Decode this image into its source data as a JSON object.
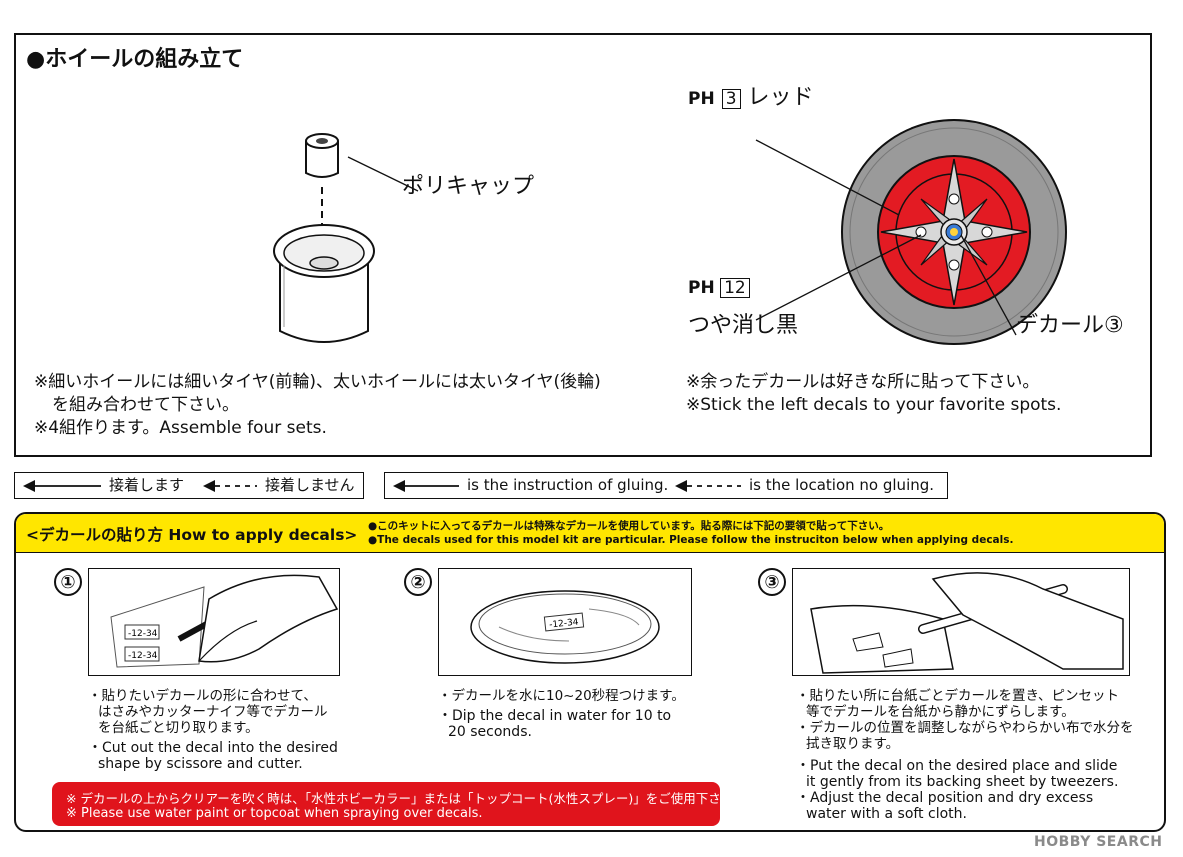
{
  "wheel_section": {
    "title": "●ホイールの組み立て",
    "polycap_label": "ポリキャップ",
    "ph_prefix": "PH",
    "paint1_num": "3",
    "paint1_name": "レッド",
    "paint2_num": "12",
    "paint2_name": "つや消し黒",
    "decal_label": "デカール③",
    "note_left_1": "※細いホイールには細いタイヤ(前輪)、太いホイールには太いタイヤ(後輪)",
    "note_left_2": "を組み合わせて下さい。",
    "note_left_3": "※4組作ります。Assemble four sets.",
    "note_right_1": "※余ったデカールは好きな所に貼って下さい。",
    "note_right_2": "※Stick the left decals to your favorite spots."
  },
  "legend": {
    "jp_glue": "接着します",
    "jp_noglue": "接着しません",
    "en_glue": "is the instruction of gluing.",
    "en_noglue": "is the location no gluing."
  },
  "decal_section": {
    "header_title": "<デカールの貼り方 How to apply decals>",
    "header_note_jp": "●このキットに入ってるデカールは特殊なデカールを使用しています。貼る際には下記の要領で貼って下さい。",
    "header_note_en": "●The decals used for this model kit are particular. Please follow the instruciton below when applying decals.",
    "decal_text": "-12-34",
    "steps": [
      {
        "num": "①",
        "jp": [
          "・貼りたいデカールの形に合わせて、",
          "はさみやカッターナイフ等でデカール",
          "を台紙ごと切り取ります。"
        ],
        "en": [
          "・Cut out the decal into the desired",
          "shape by scissore and cutter."
        ]
      },
      {
        "num": "②",
        "jp": [
          "・デカールを水に10~20秒程つけます。"
        ],
        "en": [
          "・Dip the decal in water for 10 to",
          "20 seconds."
        ]
      },
      {
        "num": "③",
        "jp": [
          "・貼りたい所に台紙ごとデカールを置き、ピンセット",
          "等でデカールを台紙から静かにずらします。",
          "・デカールの位置を調整しながらやわらかい布で水分を",
          "拭き取ります。"
        ],
        "en": [
          "・Put the decal on the desired place and slide",
          "it gently from its backing sheet by tweezers.",
          "・Adjust the decal position and dry excess",
          "water with a soft cloth."
        ]
      }
    ],
    "warning_jp": "※ デカールの上からクリアーを吹く時は、「水性ホビーカラー」または「トップコート(水性スプレー)」をご使用下さい。",
    "warning_en": "※ Please use water paint or topcoat when spraying over decals."
  },
  "watermark": "HOBBY SEARCH",
  "colors": {
    "wheel_red": "#e31b23",
    "header_yellow": "#ffe600",
    "warning_red": "#e0141c"
  }
}
